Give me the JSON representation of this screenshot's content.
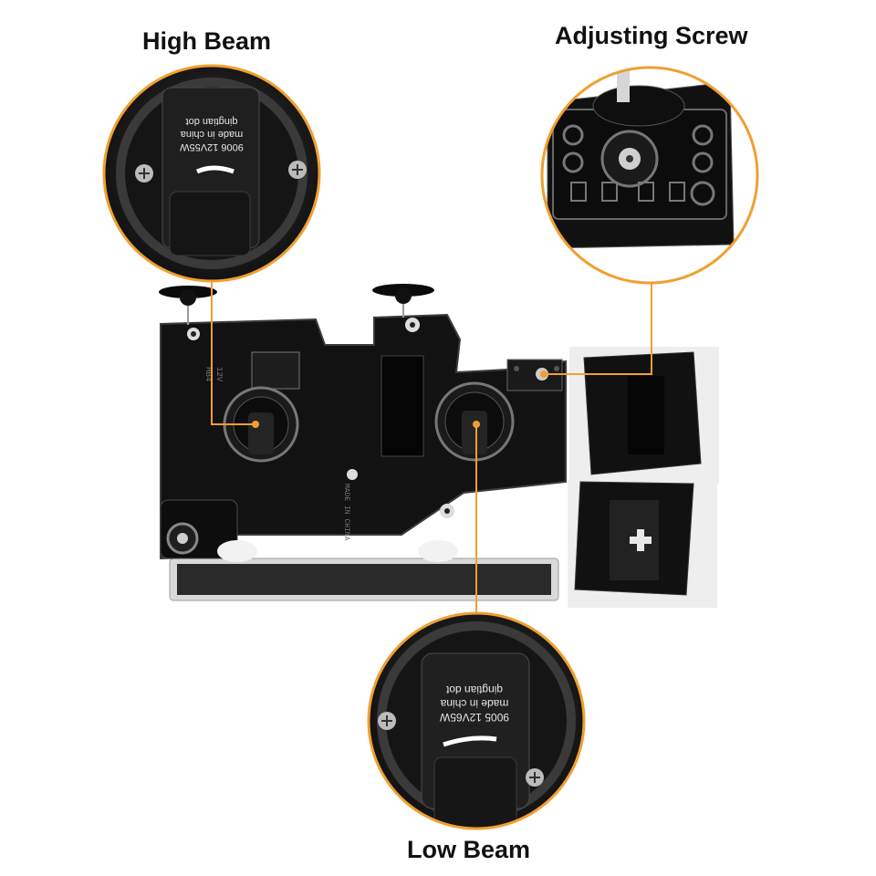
{
  "callouts": {
    "high_beam": "High Beam",
    "adjusting_screw": "Adjusting Screw",
    "low_beam": "Low Beam"
  },
  "bulb_text": {
    "high_beam": [
      "qingtian dot",
      "made in china",
      "9006 12V55W"
    ],
    "low_beam": [
      "qingtian dot",
      "made in china",
      "9005 12V65W"
    ]
  },
  "housing_marks": [
    "12V",
    "HB4",
    "MADE IN CHINA"
  ],
  "colors": {
    "accent": "#f0a030",
    "background": "#ffffff",
    "housing": "#111111"
  }
}
